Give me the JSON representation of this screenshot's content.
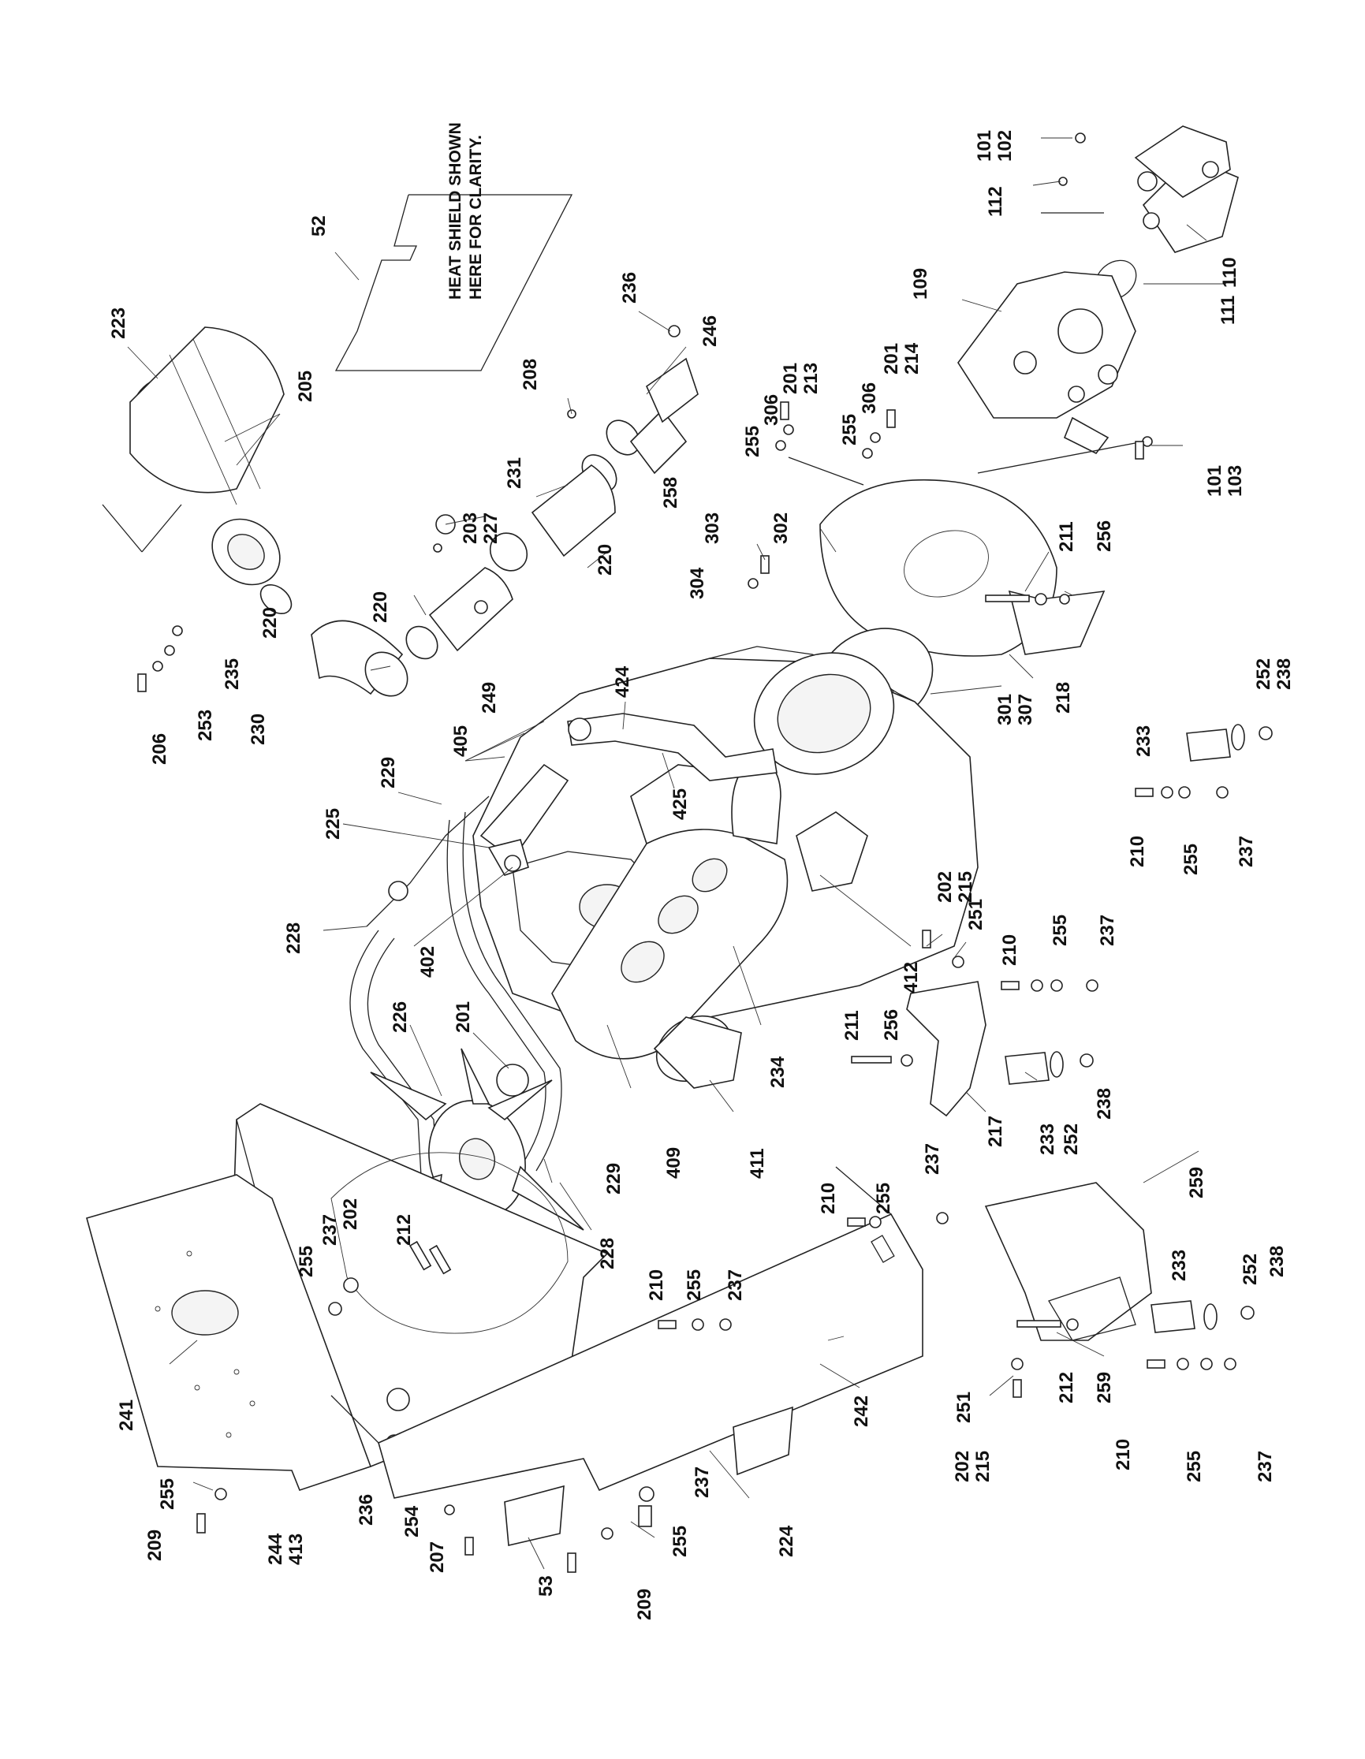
{
  "note": {
    "line1": "HEAT SHIELD SHOWN",
    "line2": "HERE FOR CLARITY."
  },
  "labels": [
    {
      "id": "223",
      "text": "223"
    },
    {
      "id": "205",
      "text": "205"
    },
    {
      "id": "52",
      "text": "52"
    },
    {
      "id": "236a",
      "text": "236"
    },
    {
      "id": "246",
      "text": "246"
    },
    {
      "id": "208",
      "text": "208"
    },
    {
      "id": "203",
      "text": "203"
    },
    {
      "id": "227",
      "text": "227"
    },
    {
      "id": "231",
      "text": "231"
    },
    {
      "id": "258",
      "text": "258"
    },
    {
      "id": "220a",
      "text": "220"
    },
    {
      "id": "220b",
      "text": "220"
    },
    {
      "id": "220c",
      "text": "220"
    },
    {
      "id": "249",
      "text": "249"
    },
    {
      "id": "230",
      "text": "230"
    },
    {
      "id": "235",
      "text": "235"
    },
    {
      "id": "253",
      "text": "253"
    },
    {
      "id": "206",
      "text": "206"
    },
    {
      "id": "101a",
      "text": "101"
    },
    {
      "id": "102",
      "text": "102"
    },
    {
      "id": "112",
      "text": "112"
    },
    {
      "id": "110",
      "text": "110"
    },
    {
      "id": "111",
      "text": "111"
    },
    {
      "id": "109",
      "text": "109"
    },
    {
      "id": "201a",
      "text": "201"
    },
    {
      "id": "213",
      "text": "213"
    },
    {
      "id": "306a",
      "text": "306"
    },
    {
      "id": "255a",
      "text": "255"
    },
    {
      "id": "201b",
      "text": "201"
    },
    {
      "id": "214",
      "text": "214"
    },
    {
      "id": "306b",
      "text": "306"
    },
    {
      "id": "255b",
      "text": "255"
    },
    {
      "id": "101b",
      "text": "101"
    },
    {
      "id": "103",
      "text": "103"
    },
    {
      "id": "303",
      "text": "303"
    },
    {
      "id": "302",
      "text": "302"
    },
    {
      "id": "304",
      "text": "304"
    },
    {
      "id": "211a",
      "text": "211"
    },
    {
      "id": "256a",
      "text": "256"
    },
    {
      "id": "218",
      "text": "218"
    },
    {
      "id": "301",
      "text": "301"
    },
    {
      "id": "307",
      "text": "307"
    },
    {
      "id": "424",
      "text": "424"
    },
    {
      "id": "425",
      "text": "425"
    },
    {
      "id": "405",
      "text": "405"
    },
    {
      "id": "229a",
      "text": "229"
    },
    {
      "id": "225",
      "text": "225"
    },
    {
      "id": "228a",
      "text": "228"
    },
    {
      "id": "402",
      "text": "402"
    },
    {
      "id": "233a",
      "text": "233"
    },
    {
      "id": "252a",
      "text": "252"
    },
    {
      "id": "238a",
      "text": "238"
    },
    {
      "id": "210a",
      "text": "210"
    },
    {
      "id": "255c",
      "text": "255"
    },
    {
      "id": "237a",
      "text": "237"
    },
    {
      "id": "202a",
      "text": "202"
    },
    {
      "id": "215a",
      "text": "215"
    },
    {
      "id": "251a",
      "text": "251"
    },
    {
      "id": "210b",
      "text": "210"
    },
    {
      "id": "255d",
      "text": "255"
    },
    {
      "id": "237b",
      "text": "237"
    },
    {
      "id": "412",
      "text": "412"
    },
    {
      "id": "211b",
      "text": "211"
    },
    {
      "id": "256b",
      "text": "256"
    },
    {
      "id": "217",
      "text": "217"
    },
    {
      "id": "233b",
      "text": "233"
    },
    {
      "id": "252b",
      "text": "252"
    },
    {
      "id": "238b",
      "text": "238"
    },
    {
      "id": "226",
      "text": "226"
    },
    {
      "id": "201c",
      "text": "201"
    },
    {
      "id": "234",
      "text": "234"
    },
    {
      "id": "409",
      "text": "409"
    },
    {
      "id": "411",
      "text": "411"
    },
    {
      "id": "229b",
      "text": "229"
    },
    {
      "id": "228b",
      "text": "228"
    },
    {
      "id": "202b",
      "text": "202"
    },
    {
      "id": "212a",
      "text": "212"
    },
    {
      "id": "237c",
      "text": "237"
    },
    {
      "id": "255e",
      "text": "255"
    },
    {
      "id": "210c",
      "text": "210"
    },
    {
      "id": "255f",
      "text": "255"
    },
    {
      "id": "237d",
      "text": "237"
    },
    {
      "id": "210d",
      "text": "210"
    },
    {
      "id": "255g",
      "text": "255"
    },
    {
      "id": "237e",
      "text": "237"
    },
    {
      "id": "259a",
      "text": "259"
    },
    {
      "id": "233c",
      "text": "233"
    },
    {
      "id": "252c",
      "text": "252"
    },
    {
      "id": "238c",
      "text": "238"
    },
    {
      "id": "212b",
      "text": "212"
    },
    {
      "id": "259b",
      "text": "259"
    },
    {
      "id": "251b",
      "text": "251"
    },
    {
      "id": "202c",
      "text": "202"
    },
    {
      "id": "215b",
      "text": "215"
    },
    {
      "id": "210e",
      "text": "210"
    },
    {
      "id": "255h",
      "text": "255"
    },
    {
      "id": "237f",
      "text": "237"
    },
    {
      "id": "241",
      "text": "241"
    },
    {
      "id": "242",
      "text": "242"
    },
    {
      "id": "237g",
      "text": "237"
    },
    {
      "id": "224",
      "text": "224"
    },
    {
      "id": "255i",
      "text": "255"
    },
    {
      "id": "209a",
      "text": "209"
    },
    {
      "id": "244",
      "text": "244"
    },
    {
      "id": "413",
      "text": "413"
    },
    {
      "id": "236b",
      "text": "236"
    },
    {
      "id": "254",
      "text": "254"
    },
    {
      "id": "207",
      "text": "207"
    },
    {
      "id": "53",
      "text": "53"
    },
    {
      "id": "209b",
      "text": "209"
    },
    {
      "id": "255j",
      "text": "255"
    }
  ]
}
